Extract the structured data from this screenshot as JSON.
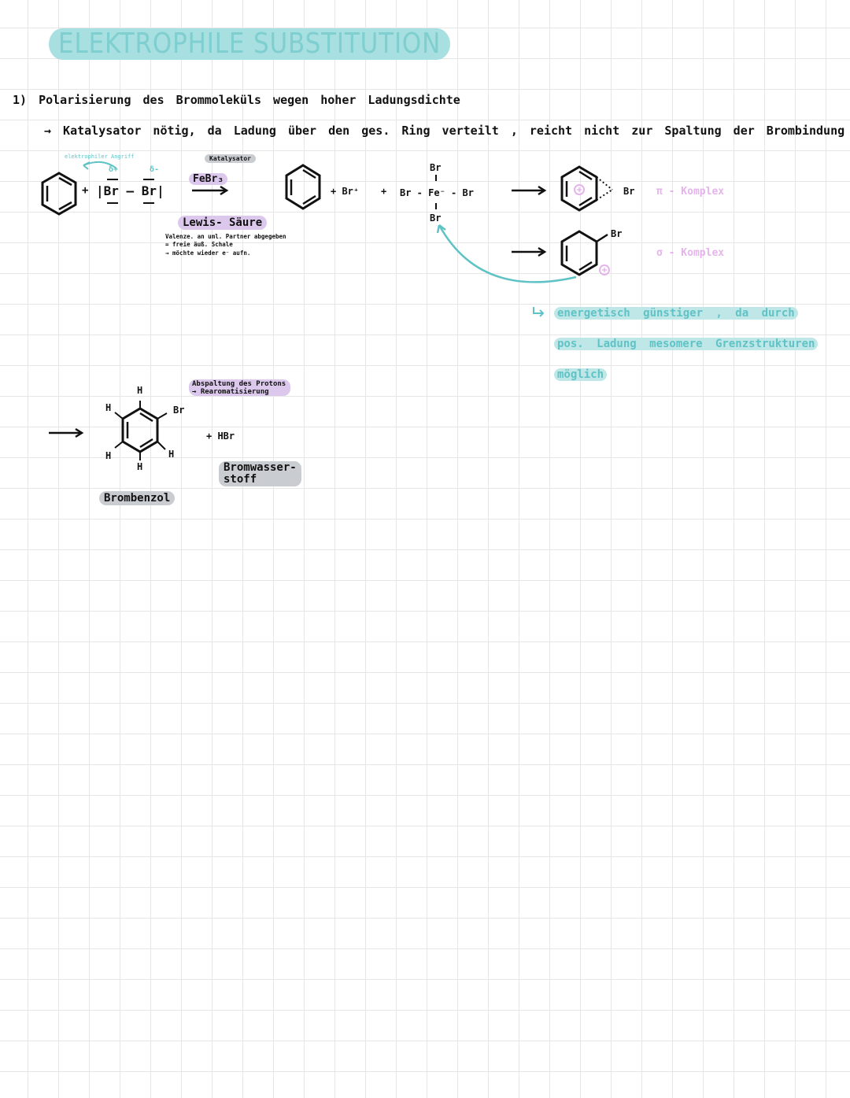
{
  "title": "ELEKTROPHILE SUBSTITUTION",
  "step1": "1) Polarisierung des Brommoleküls wegen hoher Ladungsdichte",
  "step1_note": "→ Katalysator nötig, da Ladung über den ges. Ring verteilt , reicht nicht zur Spaltung der Brombindung",
  "reaction1": {
    "attack_label": "elektrophiler Angriff",
    "plus": "+",
    "delta_plus": "δ+",
    "delta_minus": "δ-",
    "br2": "|Br – Br|",
    "catalyst_label": "Katalysator",
    "catalyst": "FeBr₃",
    "lewis": "Lewis- Säure",
    "lewis_note_1": "Valenze. an uml. Partner abgegeben",
    "lewis_note_2": "= freie äuß. Schale",
    "lewis_note_3": "→ möchte wieder e⁻ aufn."
  },
  "reaction2": {
    "br_plus": "+ Br⁺",
    "plus": "+",
    "fe_top": "Br",
    "fe_mid": "Br - Fe⁻ - Br",
    "fe_bottom": "Br"
  },
  "complexes": {
    "pi_br": "Br",
    "pi_label": "π - Komplex",
    "sigma_br": "Br",
    "sigma_label": "σ - Komplex",
    "note_line1": "energetisch günstiger , da durch",
    "note_line2": "pos. Ladung mesomere Grenzstrukturen",
    "note_line3": "möglich"
  },
  "product": {
    "proton_note_1": "Abspaltung des Protons",
    "proton_note_2": "→ Rearomatisierung",
    "h": "H",
    "br": "Br",
    "plus_hbr": "+ HBr",
    "hbr_name_1": "Bromwasser-",
    "hbr_name_2": "stoff",
    "name": "Brombenzol"
  },
  "colors": {
    "teal": "#5fc3c6",
    "teal_highlight": "#bfe7e8",
    "pink": "#e6b4ec",
    "purple_highlight": "#dcc8ec",
    "grey_highlight": "#c9ccd1"
  }
}
